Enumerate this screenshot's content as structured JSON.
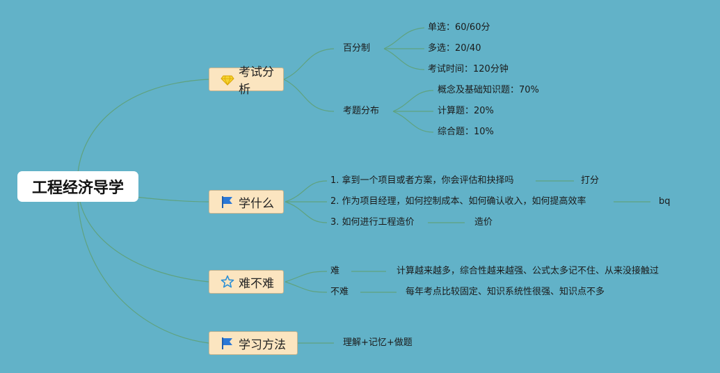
{
  "root": {
    "label": "工程经济导学"
  },
  "branches": [
    {
      "label": "考试分析",
      "icon": "diamond-icon",
      "groups": [
        {
          "label": "百分制",
          "items": [
            "单选：60/60分",
            "多选：20/40",
            "考试时间：120分钟"
          ]
        },
        {
          "label": "考题分布",
          "items": [
            "概念及基础知识题：70%",
            "计算题：20%",
            "综合题：10%"
          ]
        }
      ]
    },
    {
      "label": "学什么",
      "icon": "blue-flag-icon",
      "items": [
        {
          "text": "1. 拿到一个项目或者方案，你会评估和抉择吗",
          "note": "打分"
        },
        {
          "text": "2. 作为项目经理，如何控制成本、如何确认收入，如何提高效率",
          "note": "bq"
        },
        {
          "text": "3. 如何进行工程造价",
          "note": "造价"
        }
      ]
    },
    {
      "label": "难不难",
      "icon": "star-outline-icon",
      "items": [
        {
          "text": "难",
          "note": "计算越来越多，综合性越来越强、公式太多记不住、从来没接触过"
        },
        {
          "text": "不难",
          "note": "每年考点比较固定、知识系统性很强、知识点不多"
        }
      ]
    },
    {
      "label": "学习方法",
      "icon": "blue-flag-icon",
      "items": [
        {
          "text": "理解+记忆+做题"
        }
      ]
    }
  ],
  "colors": {
    "background": "#62b2c8",
    "line": "#6aa88a",
    "branch_fill": "#fbe5c0",
    "root_fill": "#ffffff"
  }
}
